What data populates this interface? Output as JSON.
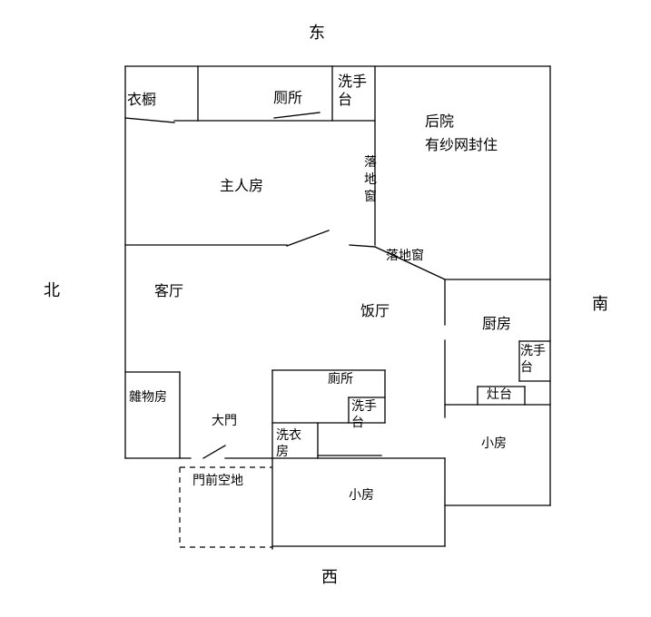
{
  "directions": {
    "east": "东",
    "west": "西",
    "south": "南",
    "north": "北"
  },
  "rooms": {
    "wardrobe": "衣橱",
    "toilet_master": "厕所",
    "washbasin_master": "洗手台",
    "backyard_line1": "后院",
    "backyard_line2": "有纱网封住",
    "master_room": "主人房",
    "french_window_vertical": "落地窗",
    "french_window": "落地窗",
    "living_room": "客厅",
    "dining_room": "饭厅",
    "kitchen": "厨房",
    "washbasin_kitchen": "洗手台",
    "stove": "灶台",
    "storage_room": "雜物房",
    "main_door": "大門",
    "toilet_center": "廁所",
    "washbasin_center": "洗手台",
    "laundry_room": "洗衣房",
    "small_room_south": "小房",
    "front_yard": "門前空地",
    "small_room_west": "小房"
  }
}
